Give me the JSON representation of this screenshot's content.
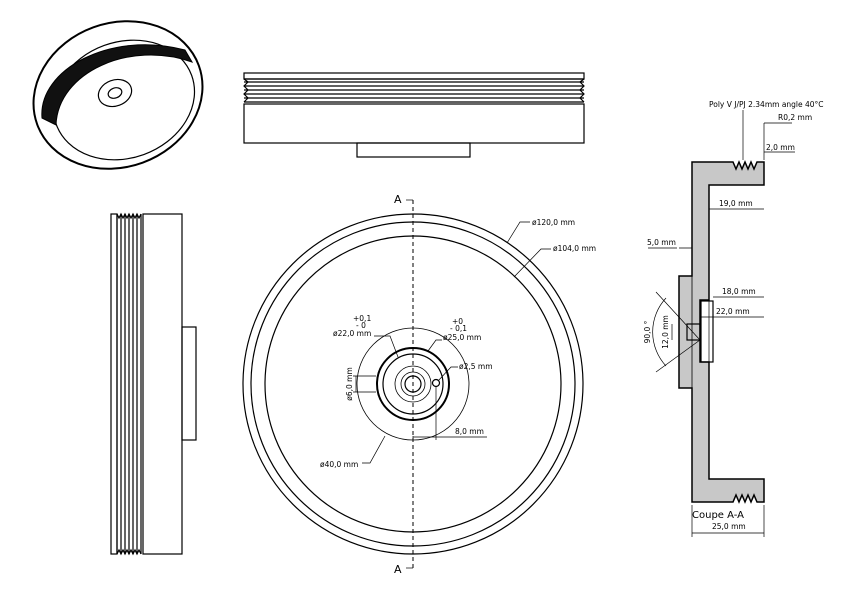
{
  "section_marks": {
    "top": "A",
    "bottom": "A"
  },
  "front_view": {
    "outer_diameter": "ø120,0 mm",
    "inner_diameter": "ø104,0 mm",
    "hub_diameter": "ø40,0 mm",
    "bore_diameter": "ø22,0 mm",
    "bore_tol_plus": "+0,1",
    "bore_tol_minus": "- 0",
    "shaft_diameter": "ø25,0 mm",
    "shaft_tol_plus": "+0",
    "shaft_tol_minus": "- 0,1",
    "pin_hole": "ø2,5 mm",
    "small_bore": "ø6,0 mm",
    "pin_offset": "8,0 mm"
  },
  "section_view": {
    "title": "Coupe A-A",
    "groove_spec": "Poly V J/PJ 2.34mm angle 40°C",
    "groove_radius": "R0,2 mm",
    "groove_depth": "2,0 mm",
    "dim_19": "19,0 mm",
    "dim_5": "5,0 mm",
    "dim_18": "18,0 mm",
    "dim_22": "22,0 mm",
    "angle": "90,0 °",
    "dim_12": "12,0 mm",
    "width": "25,0 mm"
  }
}
